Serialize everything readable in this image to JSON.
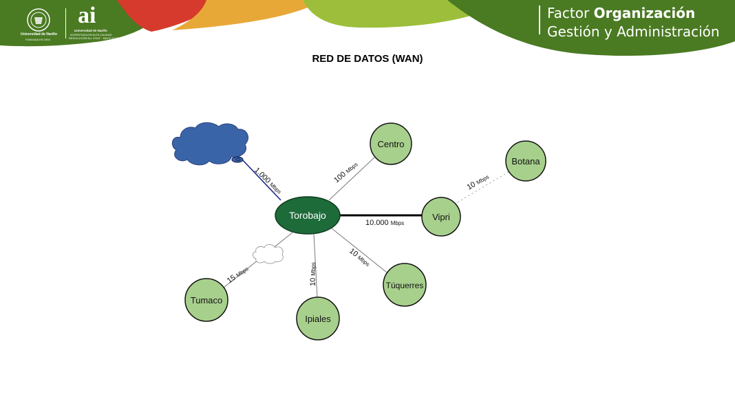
{
  "header": {
    "brand_light": "Factor ",
    "brand_bold_1": "Organización",
    "brand_bold_2": "Gestión y Administración",
    "university_name": "Universidad de Nariño",
    "university_founded": "FUNDADA EN 1904",
    "ai_logo": "ai",
    "ai_caption_1": "Universidad de Nariño",
    "ai_caption_2": "ACREDITADA EN ALTA CALIDAD",
    "ai_caption_3": "RESOLUCIÓN No. 07647 · MAYO 23 DE 2017",
    "colors": {
      "green_dark": "#4a7a22",
      "green_light": "#9cbe3a",
      "red": "#d63a2c",
      "orange": "#e8a838"
    }
  },
  "title": "RED DE DATOS (WAN)",
  "diagram": {
    "hub": "Torobajo",
    "nodes": {
      "centro": "Centro",
      "botana": "Botana",
      "vipri": "Vipri",
      "tuquerres": "Túquerres",
      "ipiales": "Ipiales",
      "tumaco": "Tumaco"
    },
    "links": {
      "internet": {
        "value": "1.000",
        "unit": "Mbps"
      },
      "centro": {
        "value": "100",
        "unit": "Mbps"
      },
      "vipri": {
        "value": "10.000",
        "unit": "Mbps"
      },
      "botana": {
        "value": "10",
        "unit": "Mbps"
      },
      "tuquerres": {
        "value": "10",
        "unit": "Mbps"
      },
      "ipiales": {
        "value": "10",
        "unit": "Mbps"
      },
      "tumaco": {
        "value": "15",
        "unit": "Mbps"
      }
    },
    "colors": {
      "hub_fill": "#1e6b3a",
      "node_fill": "#a8d08d",
      "cloud_fill": "#3a64a8",
      "internet_link": "#1a2a8a"
    }
  }
}
